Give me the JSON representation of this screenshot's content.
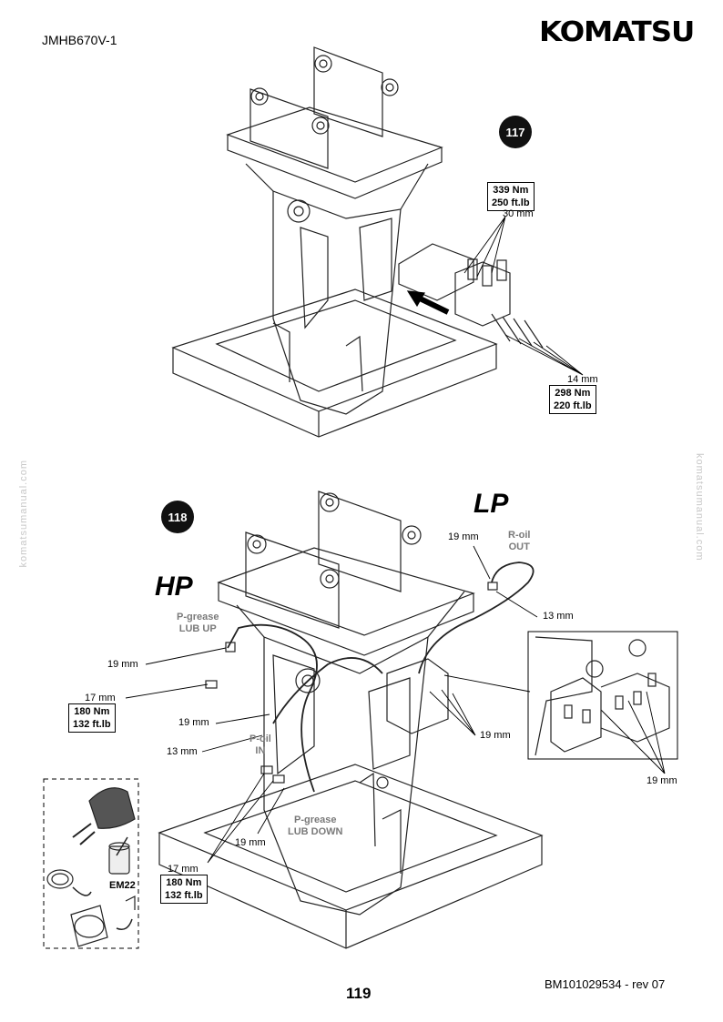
{
  "header": {
    "doc_code": "JMHB670V-1",
    "brand": "KOMATSU"
  },
  "watermark": "komatsumanual.com",
  "step_117": {
    "number": "117",
    "torque_top": {
      "wrench": "30 mm",
      "nm": "339 Nm",
      "ftlb": "250 ft.lb"
    },
    "torque_bottom": {
      "wrench": "14 mm",
      "nm": "298 Nm",
      "ftlb": "220 ft.lb"
    }
  },
  "step_118": {
    "number": "118",
    "lp_label": "LP",
    "hp_label": "HP",
    "r_oil_out": [
      "R-oil",
      "OUT"
    ],
    "p_grease_lub_up": [
      "P-grease",
      "LUB UP"
    ],
    "p_oil_in": [
      "P-oil",
      "IN"
    ],
    "p_grease_lub_down": [
      "P-grease",
      "LUB DOWN"
    ],
    "wrench_19_lp": "19 mm",
    "wrench_13_lp": "13 mm",
    "wrench_19_grease": "19 mm",
    "wrench_17_top": "17 mm",
    "torque_17_top": {
      "nm": "180 Nm",
      "ftlb": "132 ft.lb"
    },
    "wrench_19_mid": "19 mm",
    "wrench_13_mid": "13 mm",
    "wrench_19_valve": "19 mm",
    "wrench_19_detail": "19 mm",
    "wrench_19_low": "19 mm",
    "wrench_17_low": "17 mm",
    "torque_17_low": {
      "nm": "180 Nm",
      "ftlb": "132 ft.lb"
    },
    "lubricant_code": "EM22"
  },
  "footer": {
    "page_number": "119",
    "doc_ref": "BM101029534 - rev 07"
  }
}
